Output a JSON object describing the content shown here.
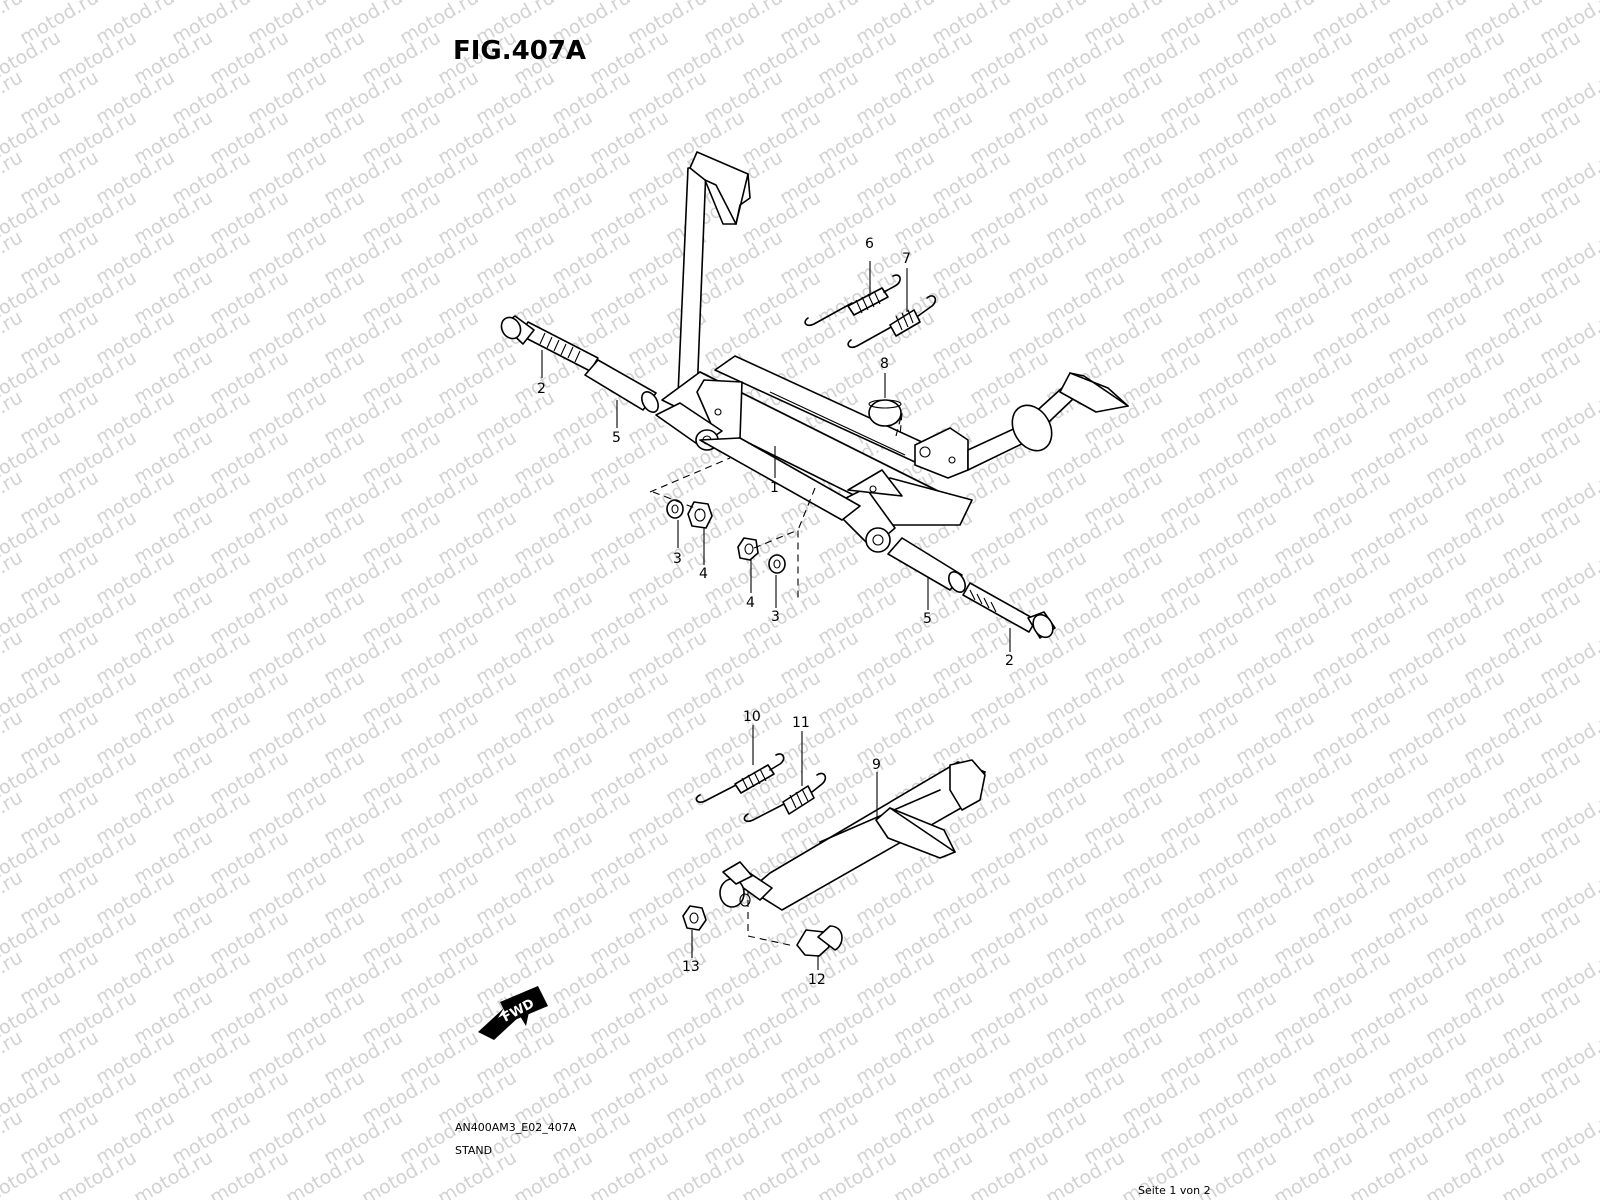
{
  "title": "FIG.407A",
  "watermark_text": "motod.ru",
  "callouts": {
    "c1": "1",
    "c2a": "2",
    "c2b": "2",
    "c3a": "3",
    "c3b": "3",
    "c4a": "4",
    "c4b": "4",
    "c5a": "5",
    "c5b": "5",
    "c6": "6",
    "c7": "7",
    "c8": "8",
    "c9": "9",
    "c10": "10",
    "c11": "11",
    "c12": "12",
    "c13": "13"
  },
  "fwd_label": "FWD",
  "footer": {
    "code": "AN400AM3_E02_407A",
    "name": "STAND",
    "page": "Seite 1 von 2"
  }
}
